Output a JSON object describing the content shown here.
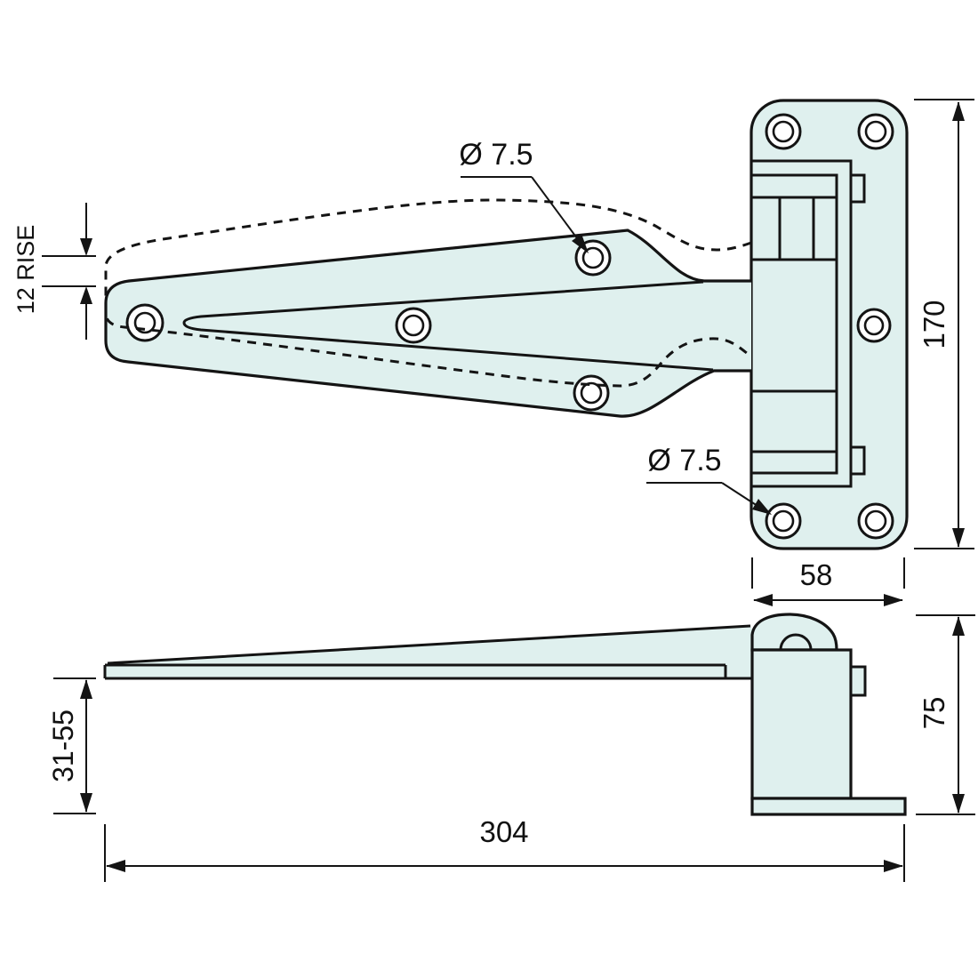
{
  "drawing": {
    "title": "t-hinge-technical-drawing",
    "colors": {
      "part_fill": "#dff0ee",
      "line": "#141414",
      "background": "#ffffff"
    },
    "labels": {
      "hole_dia_top": "Ø 7.5",
      "hole_dia_bottom": "Ø 7.5",
      "rise": "12 RISE",
      "plate_height": "170",
      "bracket_width": "58",
      "bracket_height": "75",
      "clearance_range": "31-55",
      "overall_length": "304"
    }
  }
}
